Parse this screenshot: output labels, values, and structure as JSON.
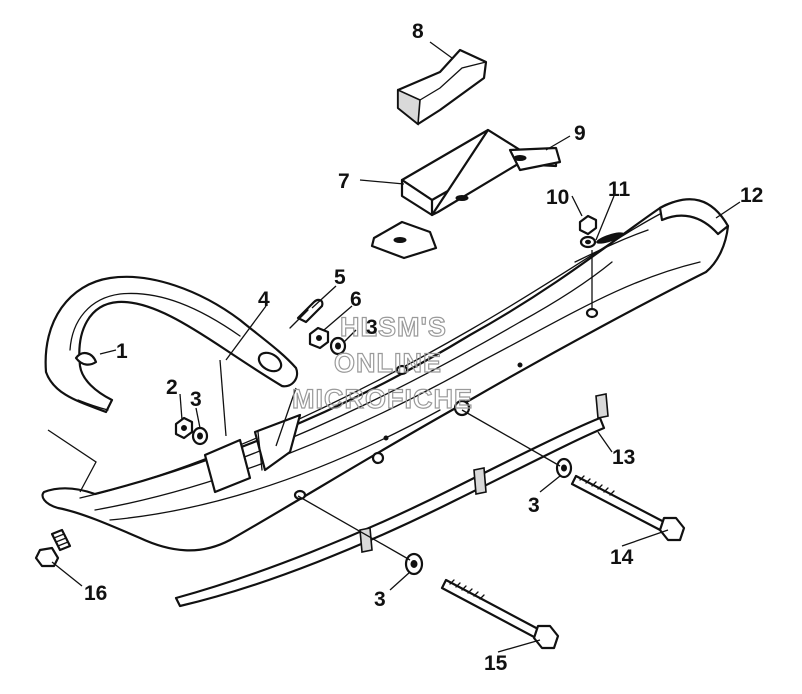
{
  "watermark": {
    "line1": "HLSM'S",
    "line2": "ONLINE",
    "line3": "MICROFICHE"
  },
  "callouts": [
    {
      "id": "c1",
      "label": "1"
    },
    {
      "id": "c2",
      "label": "2"
    },
    {
      "id": "c3a",
      "label": "3"
    },
    {
      "id": "c3b",
      "label": "3"
    },
    {
      "id": "c3c",
      "label": "3"
    },
    {
      "id": "c3d",
      "label": "3"
    },
    {
      "id": "c4",
      "label": "4"
    },
    {
      "id": "c5",
      "label": "5"
    },
    {
      "id": "c6",
      "label": "6"
    },
    {
      "id": "c7",
      "label": "7"
    },
    {
      "id": "c8",
      "label": "8"
    },
    {
      "id": "c9",
      "label": "9"
    },
    {
      "id": "c10",
      "label": "10"
    },
    {
      "id": "c11",
      "label": "11"
    },
    {
      "id": "c12",
      "label": "12"
    },
    {
      "id": "c13",
      "label": "13"
    },
    {
      "id": "c14",
      "label": "14"
    },
    {
      "id": "c15",
      "label": "15"
    },
    {
      "id": "c16",
      "label": "16"
    }
  ]
}
